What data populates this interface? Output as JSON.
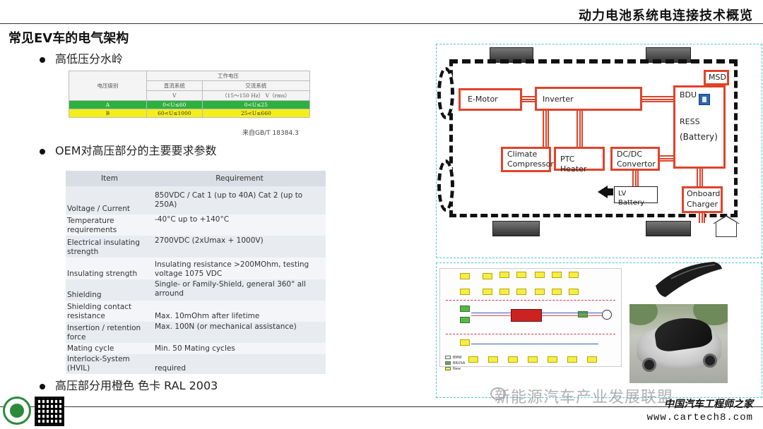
{
  "header": {
    "title": "动力电池系统电连接技术概览"
  },
  "slide": {
    "title": "常见EV车的电气架构"
  },
  "bullets": [
    "高低压分水岭",
    "OEM对高压部分的主要要求参数",
    "高压部分用橙色 色卡 RAL 2003"
  ],
  "voltage_table": {
    "col_level": "电压级别",
    "group": "工作电压",
    "dc_label": "直流系统",
    "dc_unit": "V",
    "ac_label": "交流系统",
    "ac_unit": "（15～150 Hz） V（rms）",
    "rows": [
      {
        "level": "A",
        "dc": "0<U≤60",
        "ac": "0<U≤25"
      },
      {
        "level": "B",
        "dc": "60<U≤1000",
        "ac": "25<U≤660"
      }
    ],
    "source": "来自GB/T 18384.3"
  },
  "requirement_table": {
    "headers": [
      "Item",
      "Requirement"
    ],
    "rows": [
      {
        "item": "Voltage / Current",
        "req": "850VDC / Cat 1 (up to 40A) Cat 2 (up to 250A)"
      },
      {
        "item": "Temperature requirements",
        "req": "-40°C up to +140°C"
      },
      {
        "item": "Electrical insulating strength",
        "req": "2700VDC (2xUmax + 1000V)"
      },
      {
        "item": "Insulating strength",
        "req": "Insulating resistance >200MOhm, testing voltage 1075 VDC"
      },
      {
        "item": "Shielding",
        "req": "Single- or Family-Shield, general 360° all arround"
      },
      {
        "item": "Shielding contact resistance",
        "req": "Max. 10mOhm after lifetime"
      },
      {
        "item": "Insertion / retention force",
        "req": "Max. 100N (or mechanical assistance)"
      },
      {
        "item": "Mating cycle",
        "req": "Min. 50 Mating cycles"
      },
      {
        "item": "Interlock-System (HVIL)",
        "req": "required"
      }
    ]
  },
  "diagram": {
    "emotor": "E-Motor",
    "inverter": "Inverter",
    "bdu": "BDU",
    "msd": "MSD",
    "ress_line1": "RESS",
    "ress_line2": "(Battery)",
    "climate_line1": "Climate",
    "climate_line2": "Compressor",
    "ptc": "PTC Heater",
    "dcdc_line1": "DC/DC",
    "dcdc_line2": "Convertor",
    "lv_battery": "LV Battery",
    "charger_line1": "Onboard",
    "charger_line2": "Charger"
  },
  "schematic_legend": [
    "BMW",
    "BRUSA",
    "New"
  ],
  "footer": {
    "watermark": "新能源汽车产业发展联盟",
    "site_cn": "中国汽车工程师之家",
    "site_url": "www.cartech8.com"
  },
  "colors": {
    "accent_orange_red": "#e0432a",
    "row_a_green": "#2db040",
    "row_b_yellow": "#f4ef1a",
    "frame_cyan": "#4ec3d4"
  }
}
